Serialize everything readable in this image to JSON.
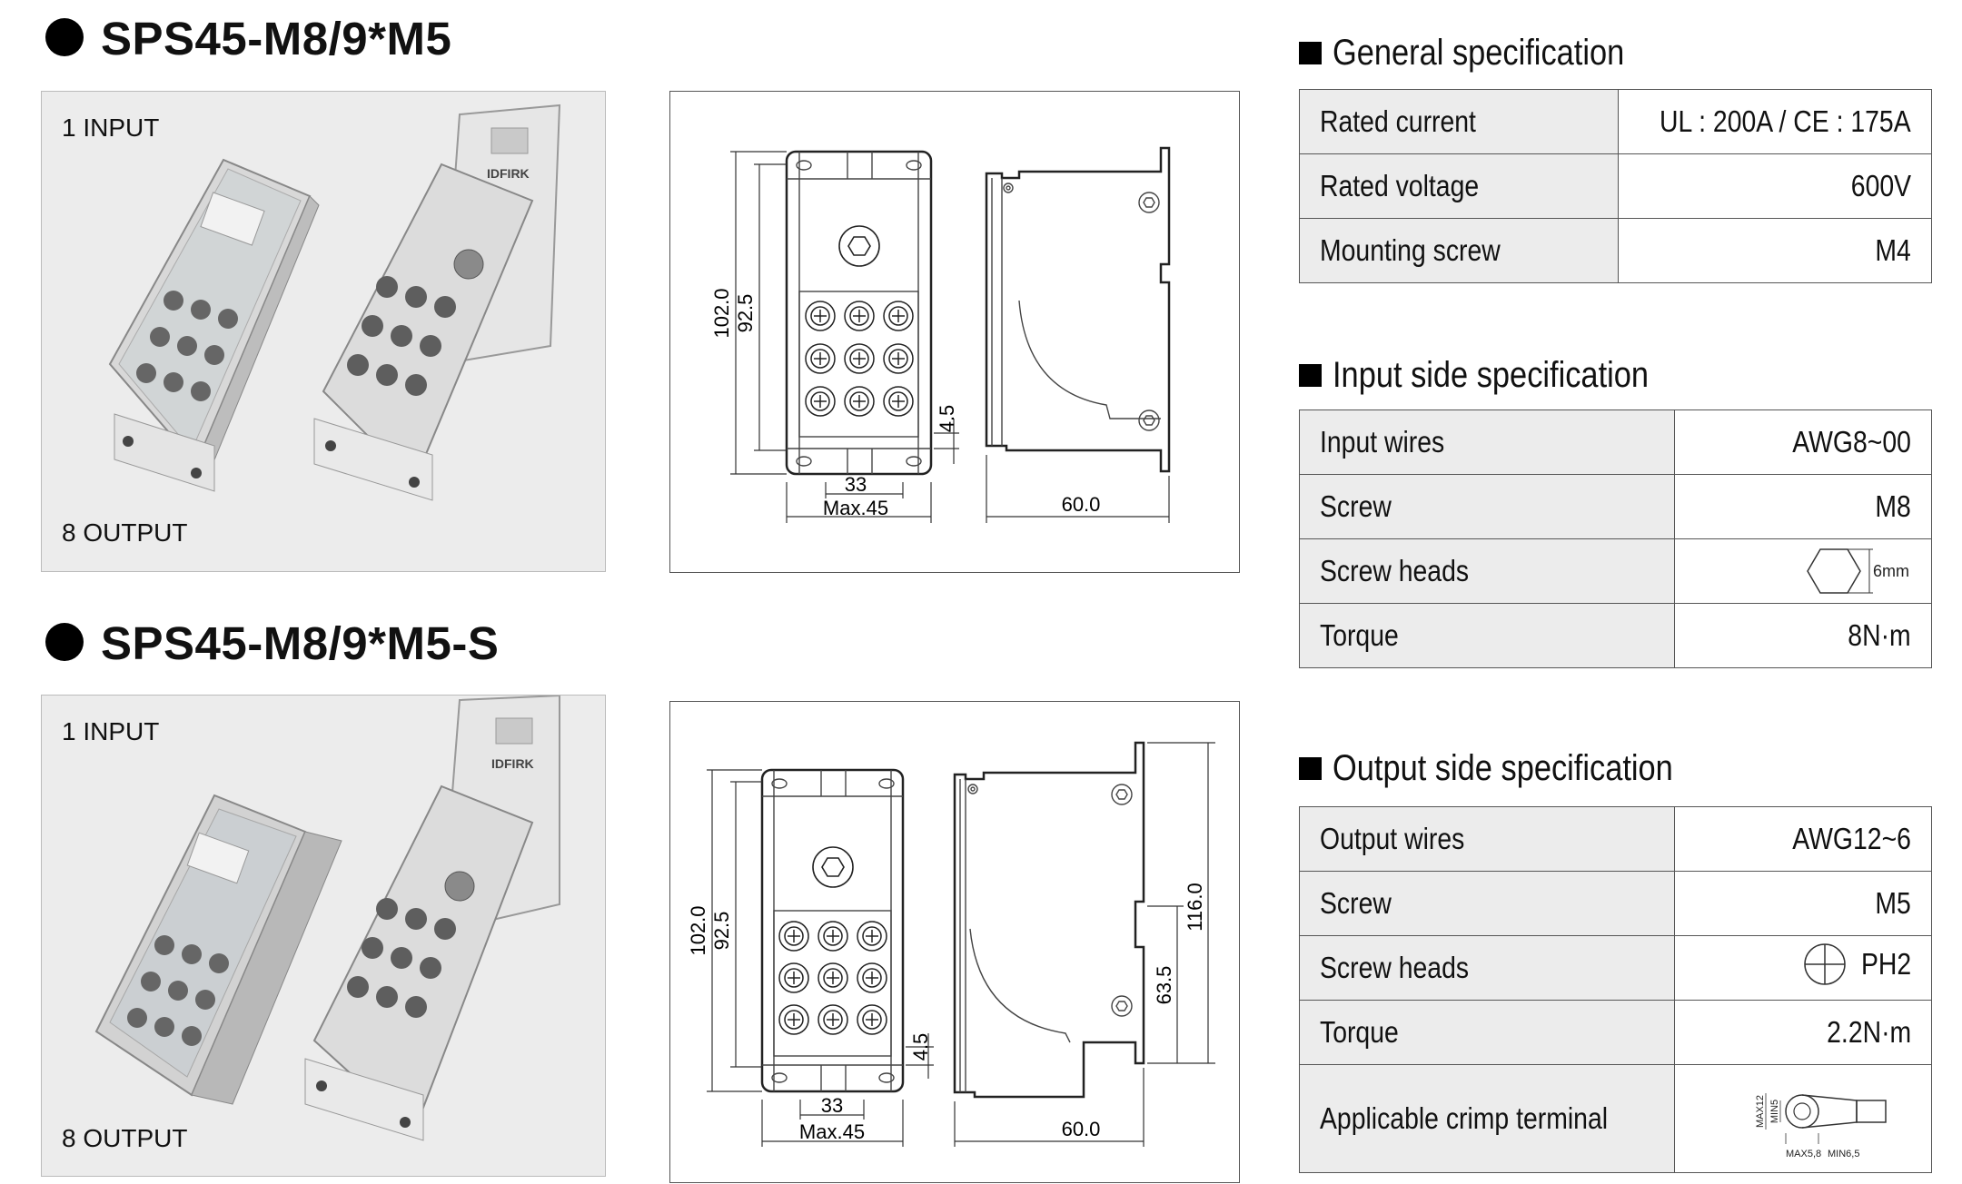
{
  "products": [
    {
      "title": "SPS45-M8/9*M5",
      "input_label": "1 INPUT",
      "output_label": "8 OUTPUT"
    },
    {
      "title": "SPS45-M8/9*M5-S",
      "input_label": "1 INPUT",
      "output_label": "8 OUTPUT"
    }
  ],
  "drawing1": {
    "dim_height": "102.0",
    "dim_inner": "92.5",
    "dim_gap": "4.5",
    "dim_pitch": "33",
    "dim_width": "Max.45",
    "dim_depth": "60.0"
  },
  "drawing2": {
    "dim_height": "102.0",
    "dim_inner": "92.5",
    "dim_gap": "4.5",
    "dim_pitch": "33",
    "dim_width": "Max.45",
    "dim_depth": "60.0",
    "dim_total": "116.0",
    "dim_mid": "63.5"
  },
  "general": {
    "heading": "General specification",
    "rows": [
      {
        "label": "Rated current",
        "value": "UL : 200A / CE : 175A"
      },
      {
        "label": "Rated voltage",
        "value": "600V"
      },
      {
        "label": "Mounting screw",
        "value": "M4"
      }
    ]
  },
  "input_side": {
    "heading": "Input side specification",
    "rows": [
      {
        "label": "Input wires",
        "value": "AWG8~00"
      },
      {
        "label": "Screw",
        "value": "M8"
      },
      {
        "label": "Screw heads",
        "value": "6mm"
      },
      {
        "label": "Torque",
        "value": "8N·m"
      }
    ]
  },
  "output_side": {
    "heading": "Output side specification",
    "rows": [
      {
        "label": "Output wires",
        "value": "AWG12~6"
      },
      {
        "label": "Screw",
        "value": "M5"
      },
      {
        "label": "Screw heads",
        "value": "PH2"
      },
      {
        "label": "Torque",
        "value": "2.2N·m"
      },
      {
        "label": "Applicable crimp terminal",
        "value": ""
      }
    ],
    "crimp": {
      "max_h": "MAX12",
      "min_h": "MIN5",
      "max_w": "MAX5,8",
      "min_w": "MIN6,5"
    }
  }
}
